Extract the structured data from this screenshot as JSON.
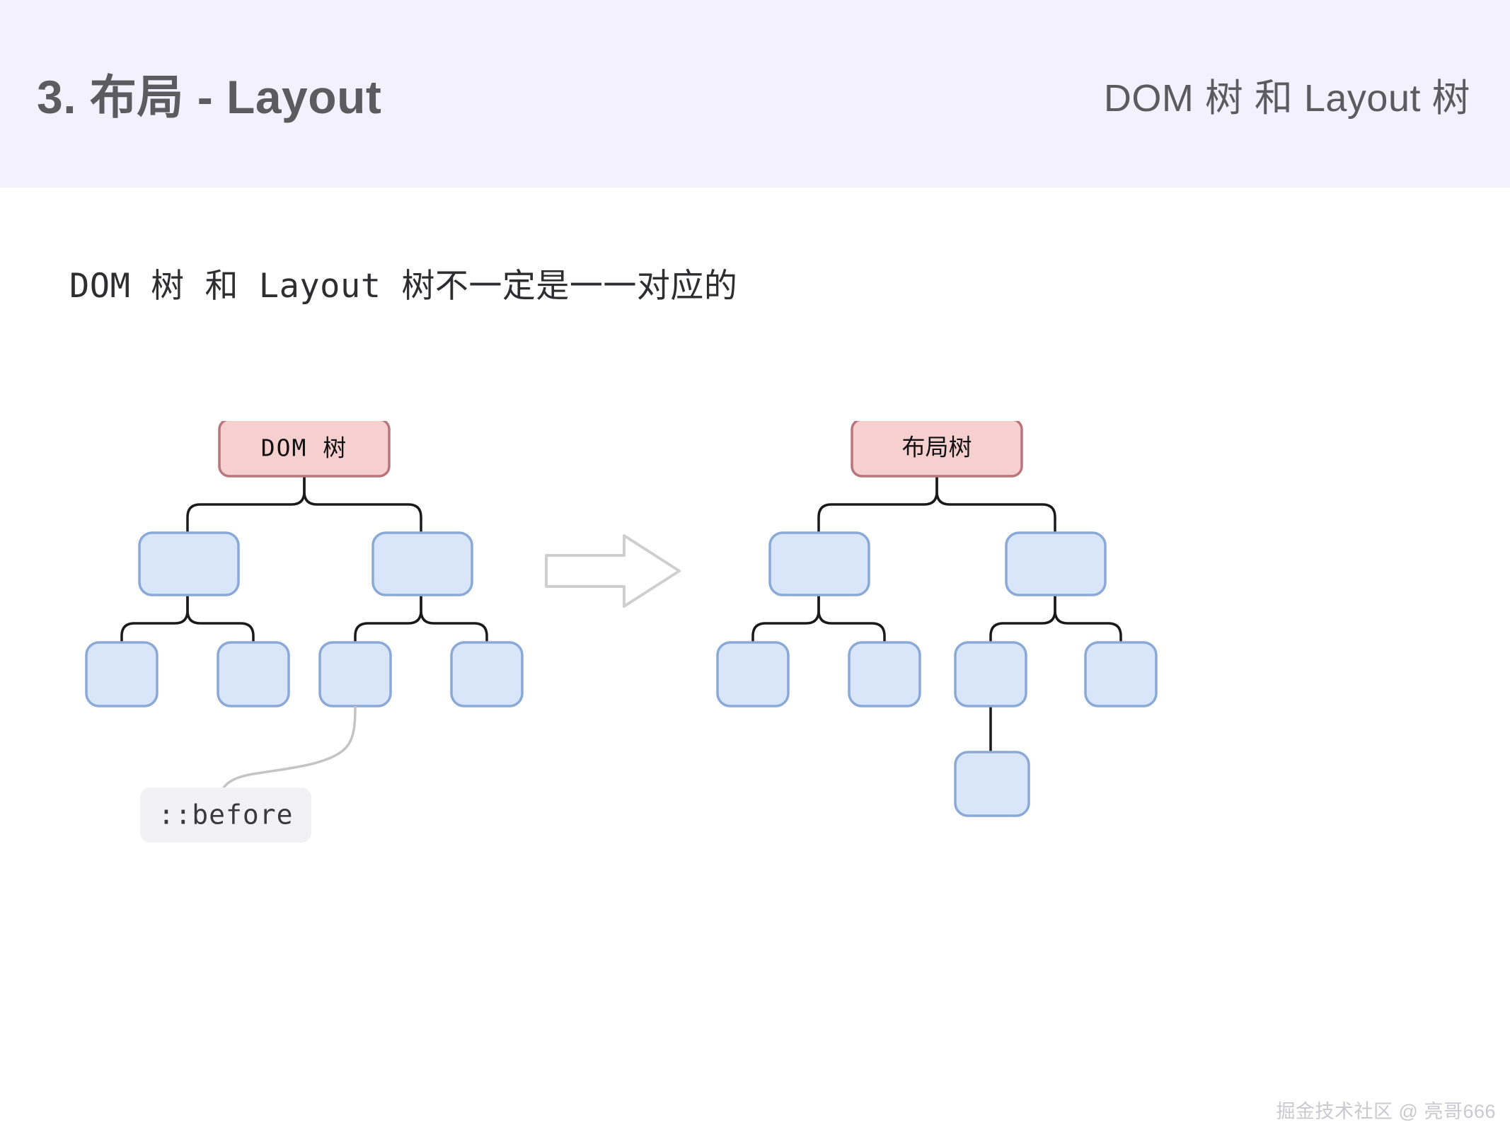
{
  "header": {
    "title": "3. 布局 - Layout",
    "subtitle": "DOM 树 和 Layout 树",
    "background_color": "#f3f1fd",
    "text_color": "#5c5c60"
  },
  "body": {
    "lead_text": "DOM 树 和 Layout 树不一定是一一对应的"
  },
  "diagram": {
    "arrow_icon": "right-arrow-outline",
    "colors": {
      "root_fill": "#f6cfcf",
      "root_stroke": "#b8767c",
      "node_fill": "#d9e6fa",
      "node_stroke": "#8aa9d6",
      "edge": "#1a1a1a",
      "callout_fill": "#f2f2f4",
      "callout_curve": "#c4c4c4"
    },
    "left_tree": {
      "root_label": "DOM 树",
      "level2_count": 2,
      "level3_count": 4,
      "level4_count": 0
    },
    "right_tree": {
      "root_label": "布局树",
      "level2_count": 2,
      "level3_count": 4,
      "level4_count": 1
    },
    "callout": {
      "label": "::before",
      "attached_to": "left-tree-leaf-3"
    }
  },
  "footer": {
    "watermark": "掘金技术社区 @ 亮哥666"
  }
}
